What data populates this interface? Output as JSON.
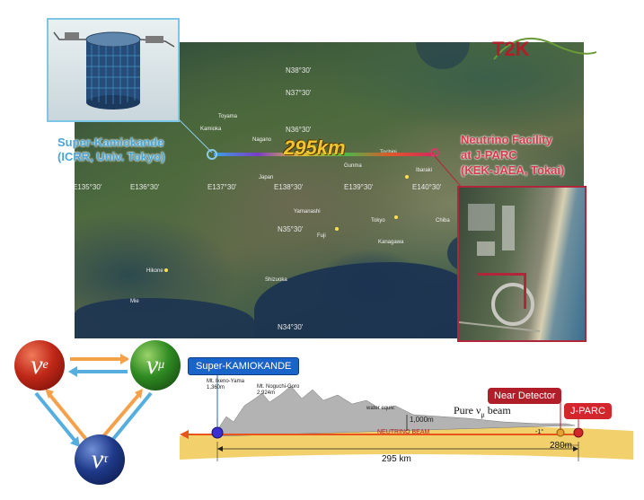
{
  "map": {
    "distance": "295km",
    "super_k_label": [
      "Super-Kamiokande",
      "(ICRR, Univ. Tokyo)"
    ],
    "facility_label": [
      "Neutrino Facility",
      "at J-PARC",
      "(KEK-JAEA, Tokai)"
    ],
    "grid_labels": [
      "N38°30'",
      "N37°30'",
      "N36°30'",
      "E135°30'",
      "E136°30'",
      "E137°30'",
      "E138°30'",
      "E139°30'",
      "E140°30'",
      "N35°30'",
      "N34°30'"
    ],
    "places": [
      "Kamioka",
      "Toyama",
      "Nagano",
      "Japan",
      "Tokyo",
      "Fuji",
      "Kanagawa",
      "Shizuoka",
      "Mie",
      "Hikone",
      "Tochigi",
      "Chiba",
      "Gunma",
      "Yamanashi",
      "Ibaraki"
    ]
  },
  "logo": "T2K",
  "oscillation": {
    "nodes": [
      {
        "symbol": "ν",
        "sub": "e"
      },
      {
        "symbol": "ν",
        "sub": "μ"
      },
      {
        "symbol": "ν",
        "sub": "τ"
      }
    ],
    "colors": {
      "e": "#c02818",
      "mu": "#2f8a22",
      "tau": "#1f3a8a",
      "arrow_orange": "#f5a04a",
      "arrow_blue": "#56aede"
    }
  },
  "profile": {
    "super_k_badge": "Super-KAMIOKANDE",
    "near_detector_badge": "Near Detector",
    "jparc_badge": "J-PARC",
    "pure_beam": "Pure ν",
    "pure_beam_sub": "μ",
    "pure_beam_suffix": " beam",
    "neutrino_beam": "NEUTRINO BEAM",
    "distance": "295 km",
    "near_distance": "280m",
    "depth": "1,000m",
    "water_equiv": "water equiv.",
    "angle": "-1°",
    "mt_ikeno": [
      "Mt. Ikeno-Yama",
      "1,360m"
    ],
    "mt_noguchi": [
      "Mt. Noguchi-Goro",
      "2,924m"
    ],
    "colors": {
      "earth": "#f2d06b",
      "beam": "#e8541c",
      "mountain": "#b3b3b3"
    }
  }
}
